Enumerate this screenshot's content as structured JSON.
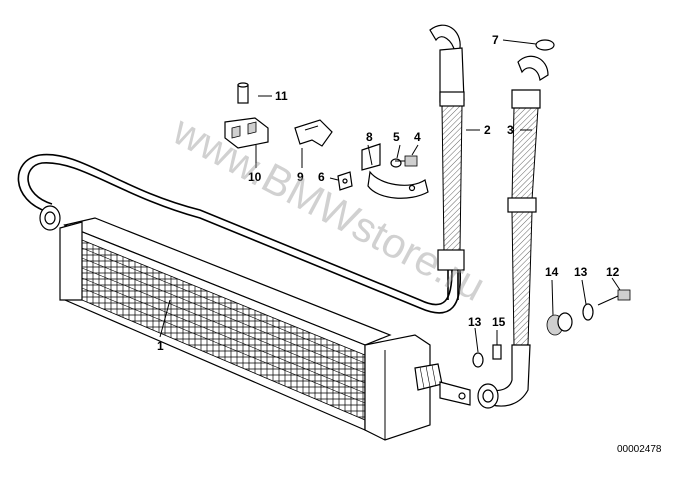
{
  "diagram": {
    "watermark": "www.BMWstore.ru",
    "doc_number": "00002478",
    "callouts": [
      "1",
      "2",
      "3",
      "4",
      "5",
      "6",
      "7",
      "8",
      "9",
      "10",
      "11",
      "12",
      "13",
      "13",
      "14",
      "15"
    ]
  },
  "colors": {
    "line": "#000000",
    "watermark": "#9a9a9a",
    "background": "#ffffff"
  }
}
